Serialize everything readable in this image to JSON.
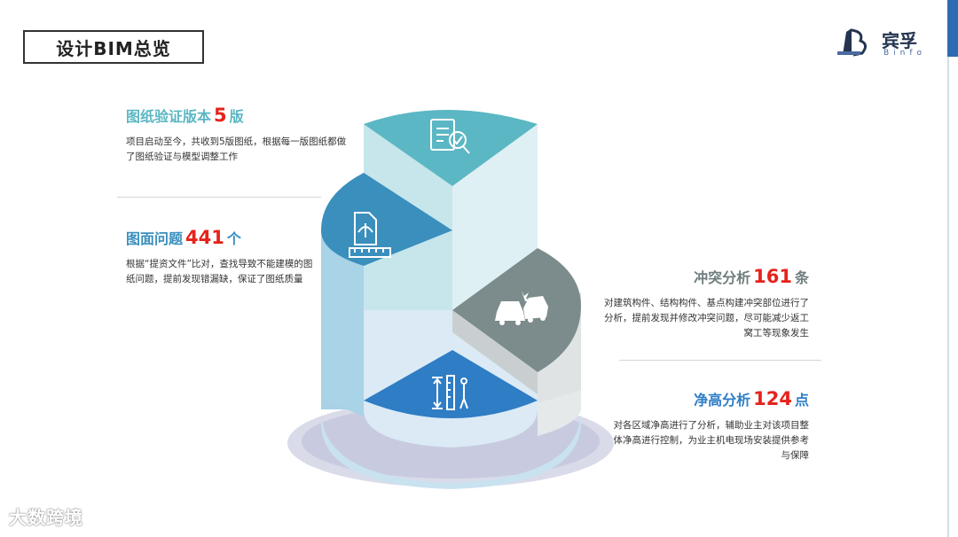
{
  "page": {
    "title": "设计BIM总览"
  },
  "brand": {
    "name_cn": "宾孚",
    "name_en": "Binfo"
  },
  "watermark": "大数跨境",
  "stats": [
    {
      "title_prefix": "图纸验证版本",
      "value": "5",
      "unit": "版",
      "description": "项目启动至今，共收到5版图纸，根据每一版图纸都做了图纸验证与模型调整工作",
      "icon": "document-check-icon",
      "color": "#5bb7c3"
    },
    {
      "title_prefix": "图面问题",
      "value": "441",
      "unit": "个",
      "description": "根据“提资文件”比对，查找导致不能建模的图纸问题，提前发现错漏缺，保证了图纸质量",
      "icon": "blueprint-drafting-icon",
      "color": "#3a8fbd"
    },
    {
      "title_prefix": "冲突分析",
      "value": "161",
      "unit": "条",
      "description": "对建筑构件、结构构件、基点构建冲突部位进行了分析，提前发现并修改冲突问题，尽可能减少返工窝工等现象发生",
      "icon": "car-collision-icon",
      "color": "#7a8a8a"
    },
    {
      "title_prefix": "净高分析",
      "value": "124",
      "unit": "点",
      "description": "对各区域净高进行了分析，辅助业主对该项目整体净高进行控制，为业主机电现场安装提供参考与保障",
      "icon": "height-measure-icon",
      "color": "#2e7dc5"
    }
  ]
}
